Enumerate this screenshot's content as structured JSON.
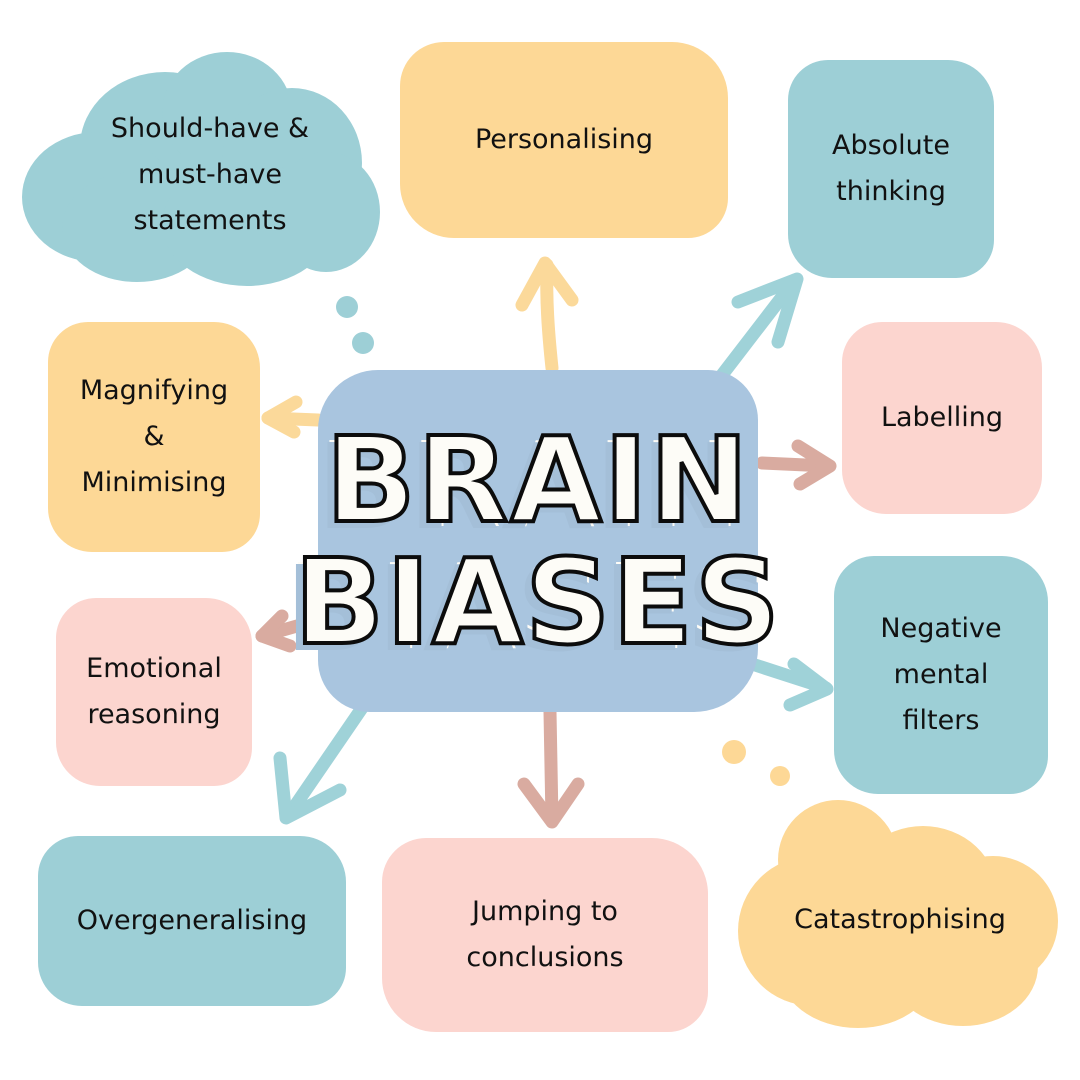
{
  "title": {
    "line1": "BRAIN",
    "line2": "BIASES"
  },
  "colors": {
    "teal": "#9dcfd6",
    "yellow": "#fdd896",
    "pink": "#fcd5cf",
    "center": "#a9c5df",
    "arrow_yellow": "#fbd99a",
    "arrow_teal": "#9fd2d8",
    "arrow_pink": "#d9aba0"
  },
  "biases": [
    {
      "id": "should-have",
      "text": "Should-have &\nmust-have\nstatements"
    },
    {
      "id": "personalising",
      "text": "Personalising"
    },
    {
      "id": "absolute-thinking",
      "text": "Absolute\nthinking"
    },
    {
      "id": "labelling",
      "text": "Labelling"
    },
    {
      "id": "magnifying",
      "text": "Magnifying\n&\nMinimising"
    },
    {
      "id": "emotional-reasoning",
      "text": "Emotional\nreasoning"
    },
    {
      "id": "negative-filters",
      "text": "Negative\nmental\nfilters"
    },
    {
      "id": "overgeneralising",
      "text": "Overgeneralising"
    },
    {
      "id": "jumping",
      "text": "Jumping to\nconclusions"
    },
    {
      "id": "catastrophising",
      "text": "Catastrophising"
    }
  ]
}
